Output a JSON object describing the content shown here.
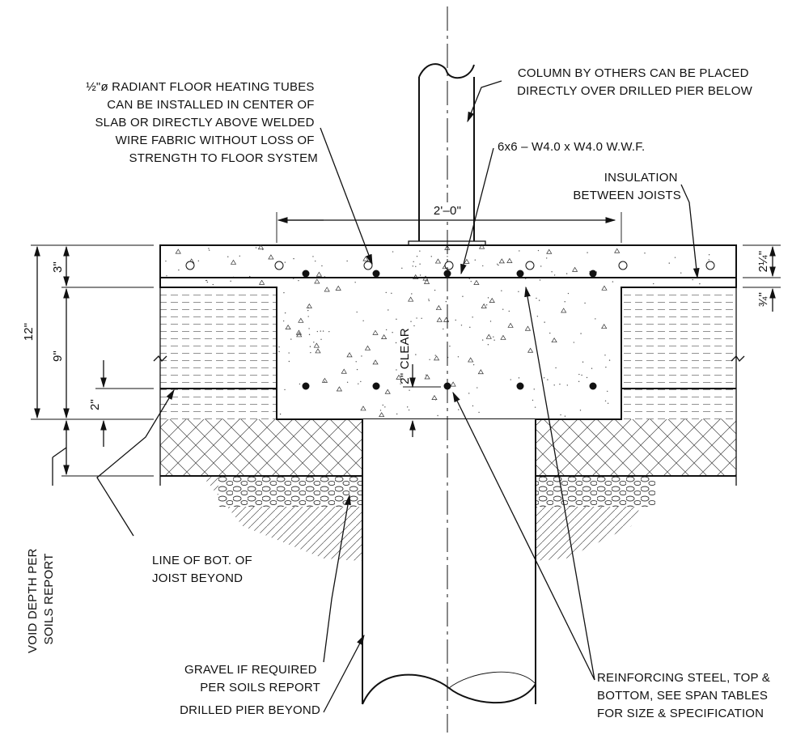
{
  "notes": {
    "tubes": [
      "½\"ø RADIANT FLOOR HEATING TUBES",
      "CAN BE INSTALLED IN CENTER OF",
      "SLAB OR DIRECTLY ABOVE WELDED",
      "WIRE FABRIC WITHOUT LOSS OF",
      "STRENGTH TO FLOOR SYSTEM"
    ],
    "column": [
      "COLUMN BY OTHERS CAN BE PLACED",
      "DIRECTLY OVER DRILLED PIER BELOW"
    ],
    "wwf": "6x6 – W4.0 x W4.0 W.W.F.",
    "insulation": [
      "INSULATION",
      "BETWEEN JOISTS"
    ],
    "void": [
      "VOID DEPTH PER",
      "SOILS REPORT"
    ],
    "joist_line": [
      "LINE OF BOT. OF",
      "JOIST BEYOND"
    ],
    "rebar": [
      "REINFORCING STEEL, TOP &",
      "BOTTOM, SEE SPAN TABLES",
      "FOR SIZE & SPECIFICATION"
    ],
    "gravel": [
      "GRAVEL IF REQUIRED",
      "PER SOILS REPORT"
    ],
    "pier": "DRILLED PIER BEYOND"
  },
  "dimensions": {
    "width": "2'–0\"",
    "total": "12\"",
    "top": "3\"",
    "joist": "9\"",
    "bottom_cover": "2\"",
    "clear": "2\" CLEAR",
    "tube_depth": "2¼\"",
    "wwf_gap": "¾\""
  }
}
